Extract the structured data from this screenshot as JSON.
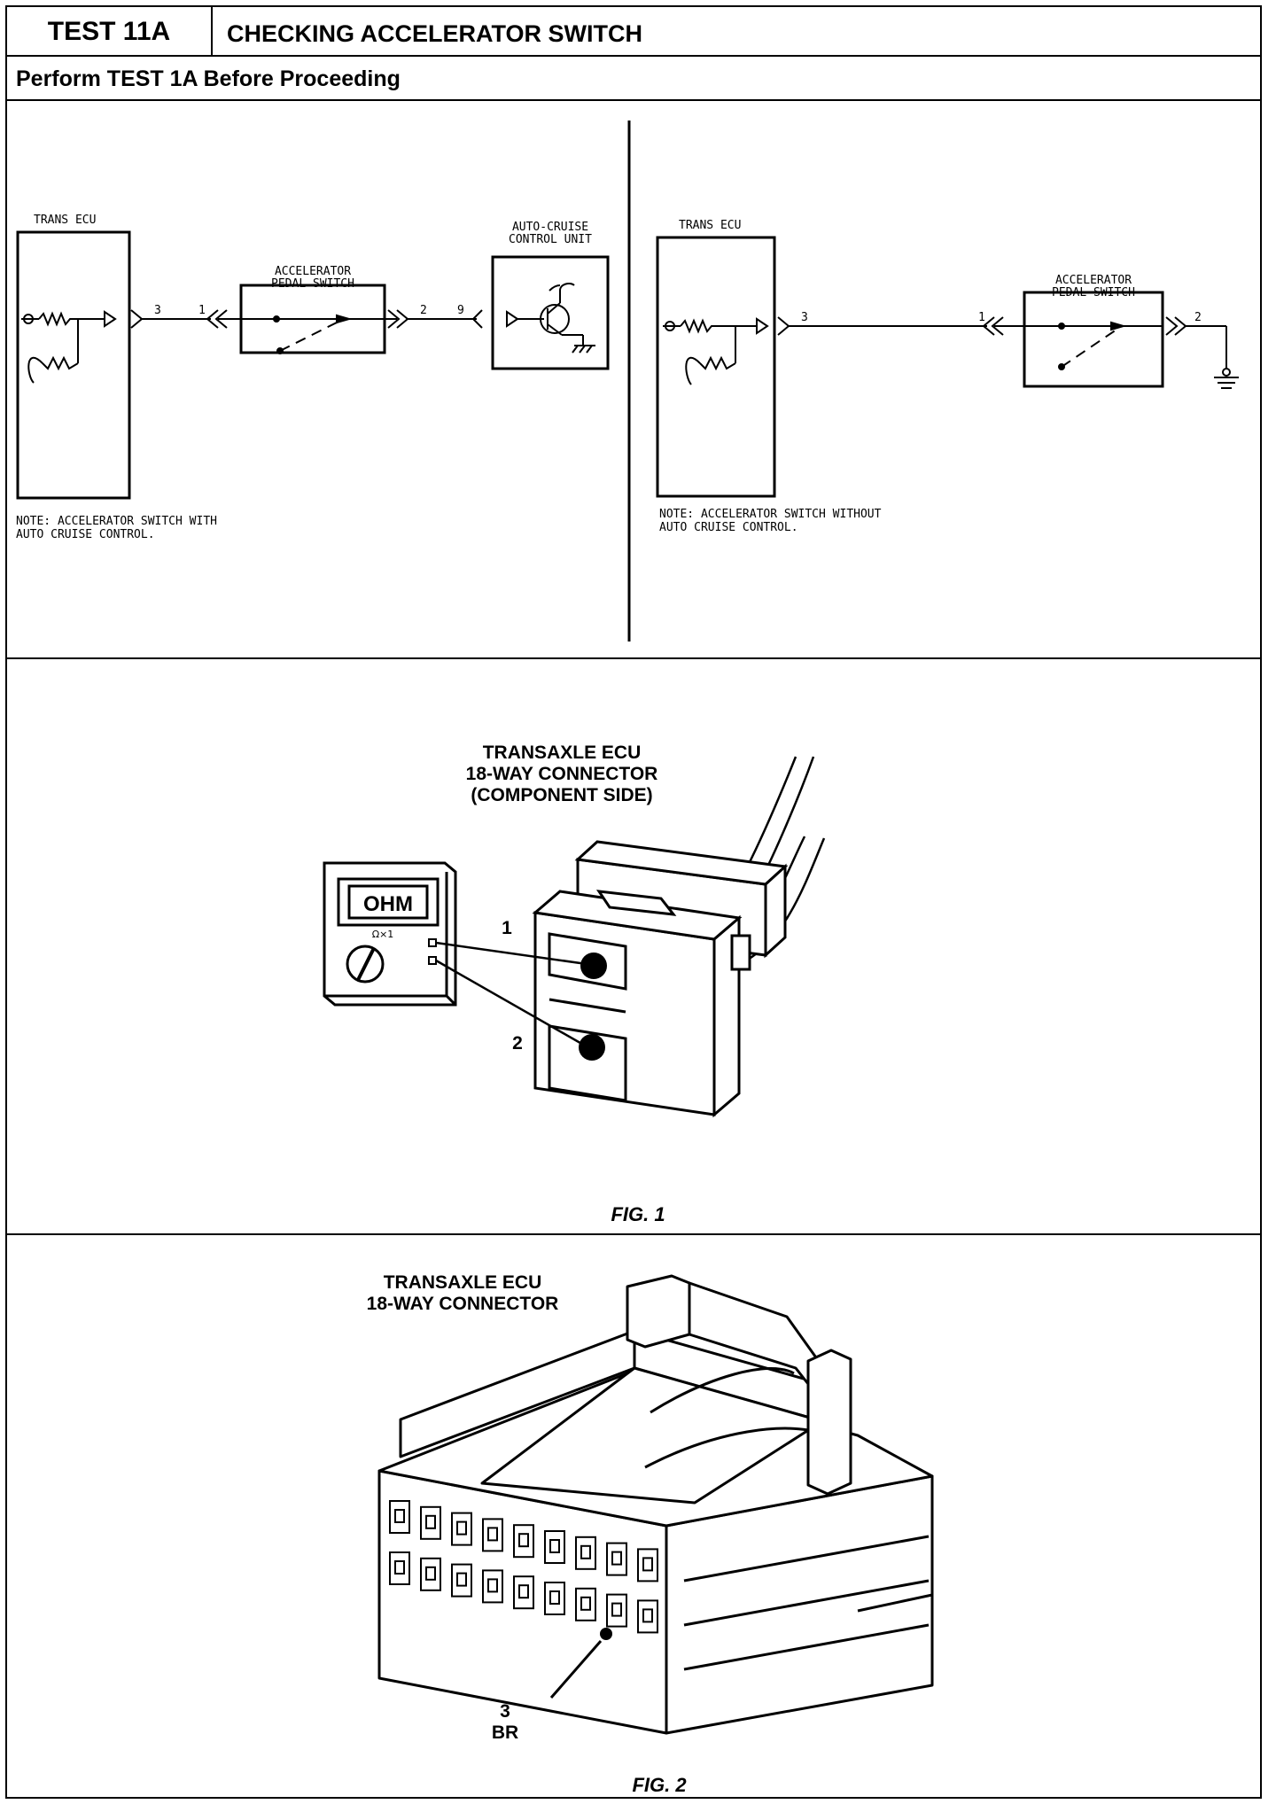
{
  "header": {
    "test_id": "TEST 11A",
    "title": "CHECKING ACCELERATOR SWITCH",
    "prerequisite": "Perform TEST 1A Before Proceeding"
  },
  "schematic_left": {
    "ecu_label": "TRANS ECU",
    "switch_label_1": "ACCELERATOR",
    "switch_label_2": "PEDAL SWITCH",
    "cruise_label_1": "AUTO-CRUISE",
    "cruise_label_2": "CONTROL UNIT",
    "pin_ecu": "3",
    "pin_switch_in": "1",
    "pin_switch_out": "2",
    "pin_cruise": "9",
    "note_1": "NOTE: ACCELERATOR SWITCH WITH",
    "note_2": "AUTO CRUISE CONTROL."
  },
  "schematic_right": {
    "ecu_label": "TRANS ECU",
    "switch_label_1": "ACCELERATOR",
    "switch_label_2": "PEDAL SWITCH",
    "pin_ecu": "3",
    "pin_switch_in": "1",
    "pin_switch_out": "2",
    "note_1": "NOTE: ACCELERATOR SWITCH WITHOUT",
    "note_2": "AUTO CRUISE CONTROL."
  },
  "fig1": {
    "title_1": "TRANSAXLE ECU",
    "title_2": "18-WAY CONNECTOR",
    "title_3": "(COMPONENT SIDE)",
    "meter_display": "OHM",
    "meter_range": "Ω×1",
    "pin_1": "1",
    "pin_2": "2",
    "caption": "FIG. 1"
  },
  "fig2": {
    "title_1": "TRANSAXLE ECU",
    "title_2": "18-WAY CONNECTOR",
    "pin": "3",
    "wire_color": "BR",
    "caption": "FIG. 2"
  }
}
